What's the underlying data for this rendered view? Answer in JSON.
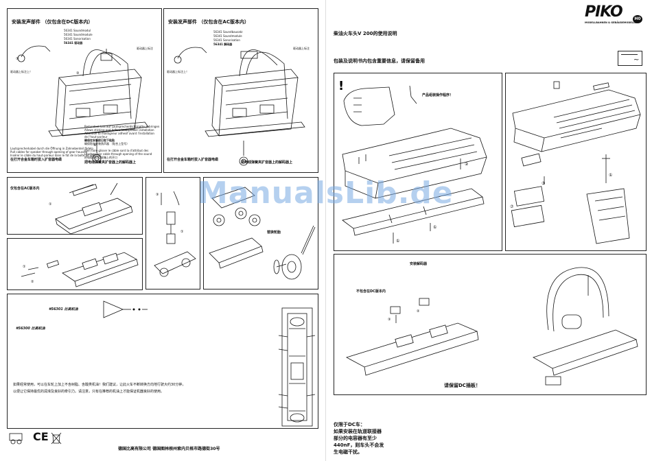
{
  "brand": {
    "logo": "PIKO",
    "tagline": "MODELLBAHNEN & GEBÄUDEMODELLE",
    "scale_badge": "H0"
  },
  "header": {
    "title": "柴油火车头V 200的使用说明",
    "notice": "包装及说明书内包含重要信息，请保留备用",
    "current_symbol": "~"
  },
  "panel1": {
    "title": "安装发声部件 （仅包含在DC版本内）",
    "parts": [
      "56341 Soundmodul",
      "56341 Soundmodule",
      "56341 Sonorisation",
      "56341 驱动器"
    ],
    "right_note": "驱动器上标注",
    "left_note": "驱动器上标注上！",
    "notes": [
      "Redundant loss auf Lautsprecherdichtmatte anbringen",
      "Allows sticking pad before loudspeaker installation",
      "Attention to mastigneur adhesif avant l'installation",
      "de l'haut-parleur",
      "确保在安装前已取下粘贴",
      "确保贴牢安装扬声器 （贴合上型号）",
      "Lautsprecherkabel durch die Öffnung in Zahnebenteil fädeln",
      "Pull cables for speaker through opening of gear housing",
      "Insérer le câble du haut-parleur dans le fût de la boîte de vitesses",
      "Bien faire glisser le câble sont la d'attribut des",
      "Loudspeaker cable through opening of the sound",
      "把电缆穿过齿轮箱上的开口"
    ],
    "bottom_left": "在打开合金车箱时拔入扩音器电缆",
    "bottom_right": "把电线弹簧夹扩音器上的解码器上"
  },
  "panel2": {
    "title": "安装发声部件 （仅包含在AC版本内）",
    "parts": [
      "56341 Soundbausatz",
      "56341 Soundmodule",
      "56341 Sonorisation",
      "56341 解码器"
    ],
    "right_note": "驱动器上标注",
    "left_note": "驱动器上标注上！",
    "bottom_left": "在打开合金车箱时拔入扩音器电缆",
    "bottom_right": "把电线弹簧夹扩音器上的解码器上"
  },
  "panel3": {
    "title": "仅包含在AC版本内"
  },
  "panel6": {
    "title": "替换轮胎"
  },
  "panel7": {
    "part_a": "#56301 比高机油",
    "part_b": "#56300 比高机油",
    "warning_1": "如果经常使用，可以在车轮上加上不含树脂、含酸类机油！我们建议，让此火车不断转换方向地行驶大约30分钟，",
    "warning_2": "以便让它保持最优的润滑及良好的牵引力。请注意，只有在推荐的机油上才能保证机器良好的使用。"
  },
  "manufacturer": "德国比高有限公司  德国图林根州索内贝格市路德街30号",
  "right_a": {
    "caption": "产品组装操作程序！"
  },
  "right_c": {
    "title": "安装解码器",
    "dc_note": "不包含在DC版本内",
    "board_note": "请保留DC插板！"
  },
  "dc_note": {
    "lines": [
      "仅限于DC车：",
      "如果安装在轨道联接器",
      "部分的电容器有至少",
      "440nF，则车头不会发",
      "生电磁干扰。"
    ]
  },
  "watermark": "ManualsLib.de",
  "symbols": {
    "ce": "CE"
  }
}
